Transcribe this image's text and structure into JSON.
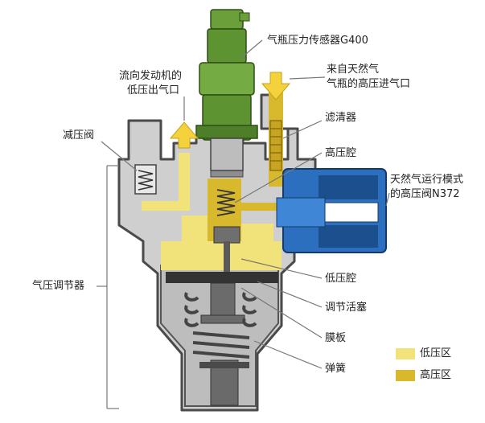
{
  "labels": {
    "sensor": "气瓶压力传感器G400",
    "outlet_line1": "流向发动机的",
    "outlet_line2": "低压出气口",
    "inlet_line1": "来自天然气",
    "inlet_line2": "气瓶的高压进气口",
    "relief_valve": "减压阀",
    "filter": "滤清器",
    "high_chamber": "高压腔",
    "valve_line1": "天然气运行模式",
    "valve_line2": "的高压阀N372",
    "regulator": "气压调节器",
    "low_chamber": "低压腔",
    "piston": "调节活塞",
    "diaphragm": "膜板",
    "spring": "弹簧"
  },
  "legend": {
    "low": "低压区",
    "high": "高压区"
  },
  "colors": {
    "low_pressure": "#f2e27a",
    "high_pressure": "#d8b82c",
    "housing": "#c9c9c9",
    "housing_dark": "#5a5a5a",
    "sensor_green": "#6a9f3a",
    "valve_blue": "#2d6fbf",
    "arrow_yellow": "#f4d23c"
  }
}
